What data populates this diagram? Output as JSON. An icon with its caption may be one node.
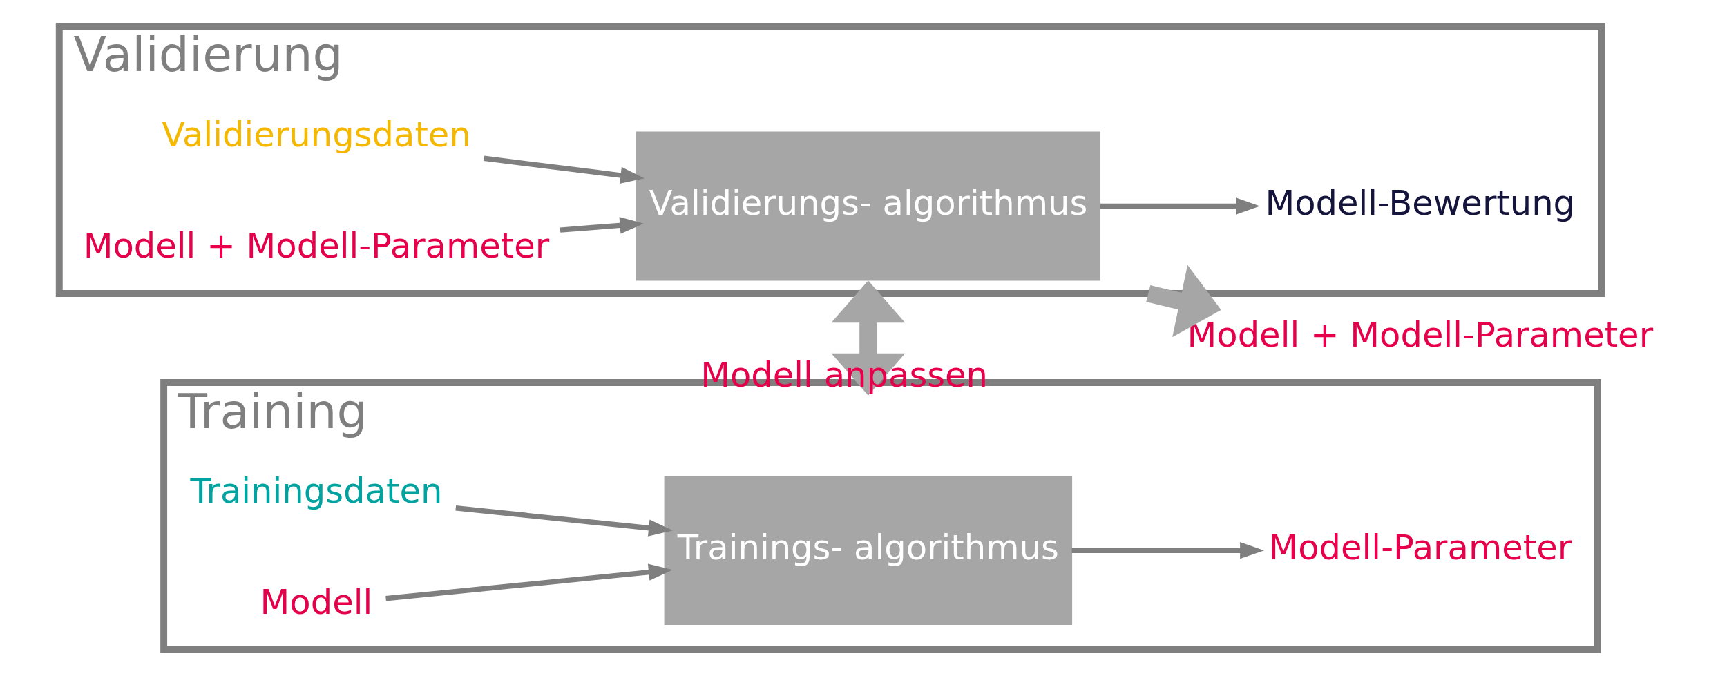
{
  "diagram": {
    "nodes": [
      {
        "text": [
          "Training"
        ]
      },
      {
        "text": [
          "Trainingsdaten"
        ],
        "in": 0
      },
      {
        "text": [
          "Modell"
        ],
        "in": 0
      },
      {
        "text": [
          "Trainings- algorithmus"
        ],
        "in": 0
      },
      {
        "text": [
          "Modell-Parameter"
        ],
        "in": 0
      },
      {
        "text": [
          "Validierung"
        ]
      },
      {
        "text": [
          "Validierungsdaten"
        ],
        "in": 5
      },
      {
        "text": [
          "Modell + Modell-Parameter"
        ],
        "in": 5
      },
      {
        "text": [
          "Validierungs- algorithmus"
        ],
        "in": 5
      },
      {
        "text": [
          "Modell-Bewertung"
        ],
        "in": 5
      },
      {
        "text": [
          "Modell + Modell-Parameter"
        ]
      }
    ],
    "edges": [
      {
        "from": 1,
        "to": 3,
        "arrow": "to"
      },
      {
        "from": 2,
        "to": 3,
        "arrow": "to"
      },
      {
        "from": 3,
        "to": 4,
        "arrow": "to"
      },
      {
        "from": 0,
        "to": 5,
        "arrow": "to",
        "style": "thick",
        "color": "#a6a6a6"
      },
      {
        "from": 6,
        "to": 8,
        "arrow": "to"
      },
      {
        "from": 7,
        "to": 8,
        "arrow": "to"
      },
      {
        "from": 8,
        "to": 9,
        "arrow": "to"
      },
      {
        "from": 5,
        "to": 10,
        "arrow": "to",
        "style": "thick",
        "color": "#a6a6a6"
      },
      {
        "from": 5,
        "to": 0,
        "arrow": "to",
        "label": "Modell anpassen",
        "style": "thick",
        "color": "#a6a6a6"
      }
    ]
  }
}
